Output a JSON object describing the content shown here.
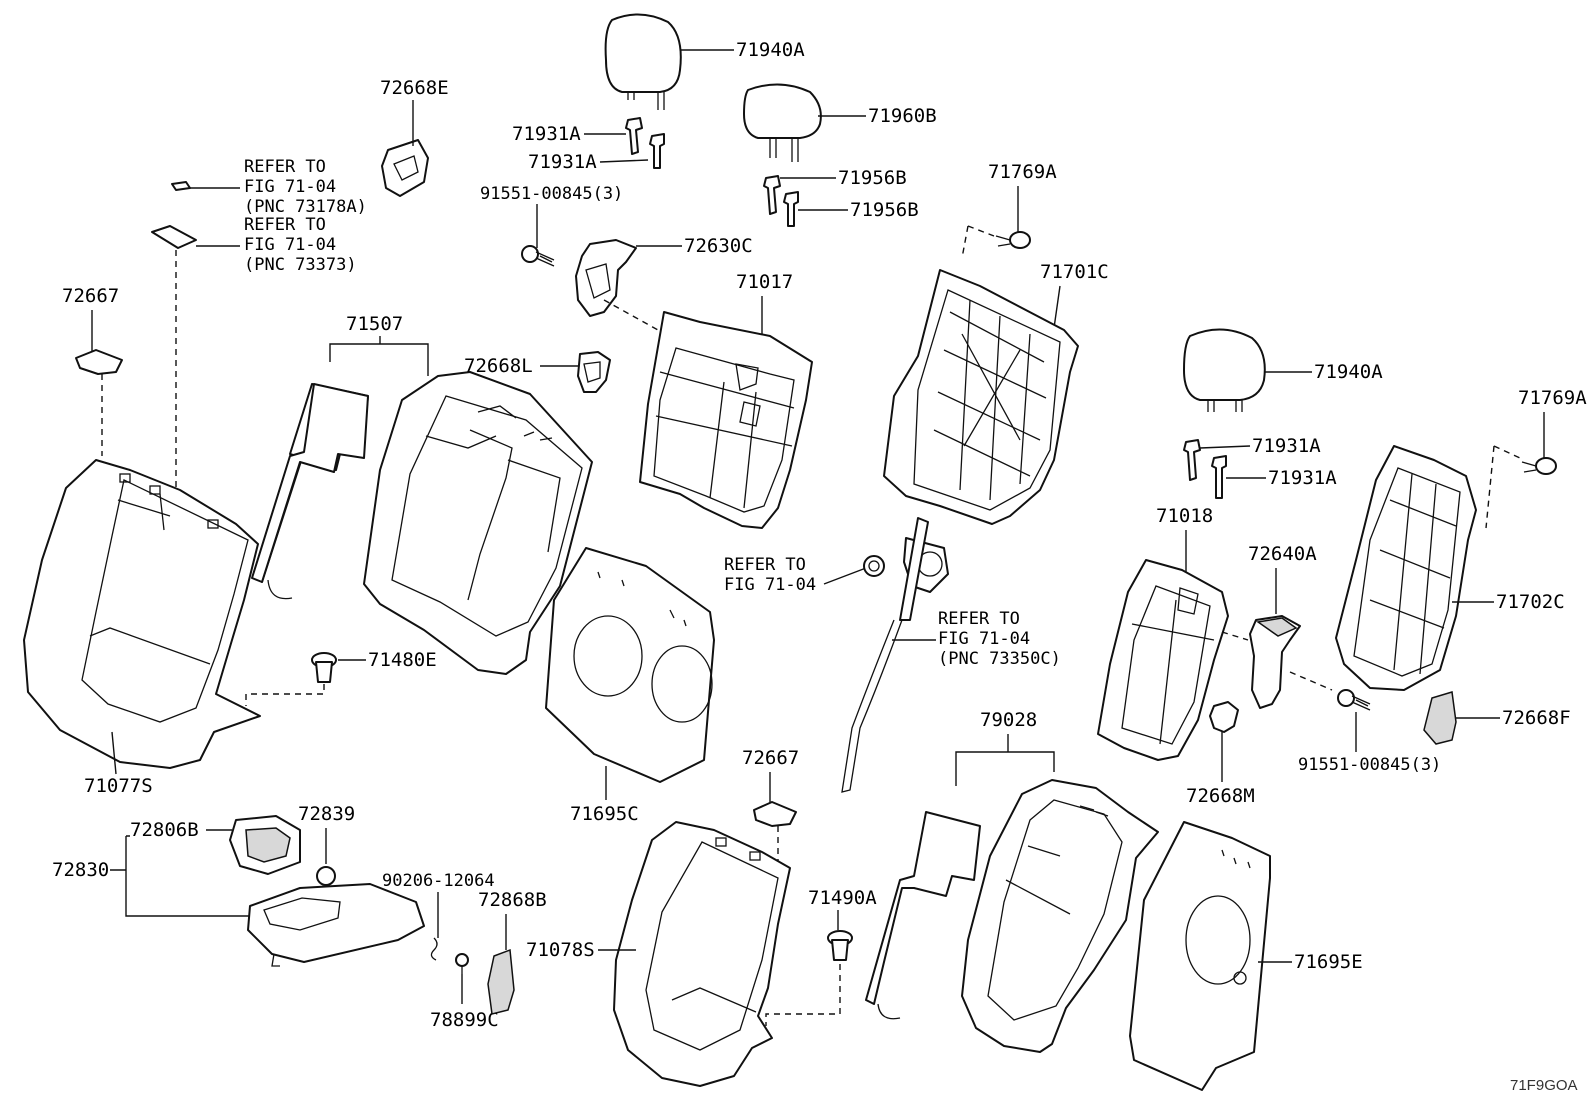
{
  "figure_code": "71F9GOA",
  "labels": {
    "l71940A_1": "71940A",
    "l71960B": "71960B",
    "l72668E": "72668E",
    "l71931A_1": "71931A",
    "l71931A_2": "71931A",
    "l71956B_1": "71956B",
    "l71956B_2": "71956B",
    "l91551_1": "91551-00845(3)",
    "l72630C": "72630C",
    "l71769A_1": "71769A",
    "l71701C": "71701C",
    "l72667_1": "72667",
    "l71017": "71017",
    "l71507": "71507",
    "l72668L": "72668L",
    "l71940A_2": "71940A",
    "l71769A_2": "71769A",
    "l71931A_3": "71931A",
    "l71931A_4": "71931A",
    "l71018": "71018",
    "l72640A": "72640A",
    "l71702C": "71702C",
    "l71480E": "71480E",
    "l72668F": "72668F",
    "l91551_2": "91551-00845(3)",
    "l79028": "79028",
    "l72668M": "72668M",
    "l71077S": "71077S",
    "l72667_2": "72667",
    "l71695C": "71695C",
    "l72806B": "72806B",
    "l72839": "72839",
    "l72830": "72830",
    "l90206": "90206-12064",
    "l71490A": "71490A",
    "l72868B": "72868B",
    "l71078S": "71078S",
    "l78899C": "78899C",
    "l71695E": "71695E"
  },
  "references": {
    "ref1": [
      "REFER TO",
      "FIG 71-04",
      "(PNC 73178A)"
    ],
    "ref2": [
      "REFER TO",
      "FIG 71-04",
      "(PNC 73373)"
    ],
    "ref3": [
      "REFER TO",
      "FIG 71-04"
    ],
    "ref4": [
      "REFER TO",
      "FIG 71-04",
      "(PNC 73350C)"
    ]
  }
}
